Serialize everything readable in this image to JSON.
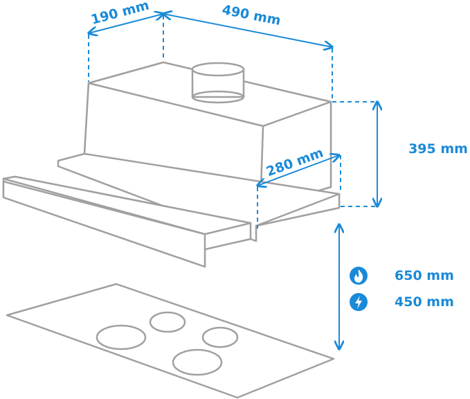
{
  "accent_color": "#1a8ad8",
  "dimensions": {
    "depth": "190 mm",
    "width": "490 mm",
    "height": "395 mm",
    "inner_depth": "280 mm"
  },
  "clearances": [
    {
      "icon": "gas-flame-icon",
      "label": "650 mm"
    },
    {
      "icon": "electric-bolt-icon",
      "label": "450 mm"
    }
  ]
}
